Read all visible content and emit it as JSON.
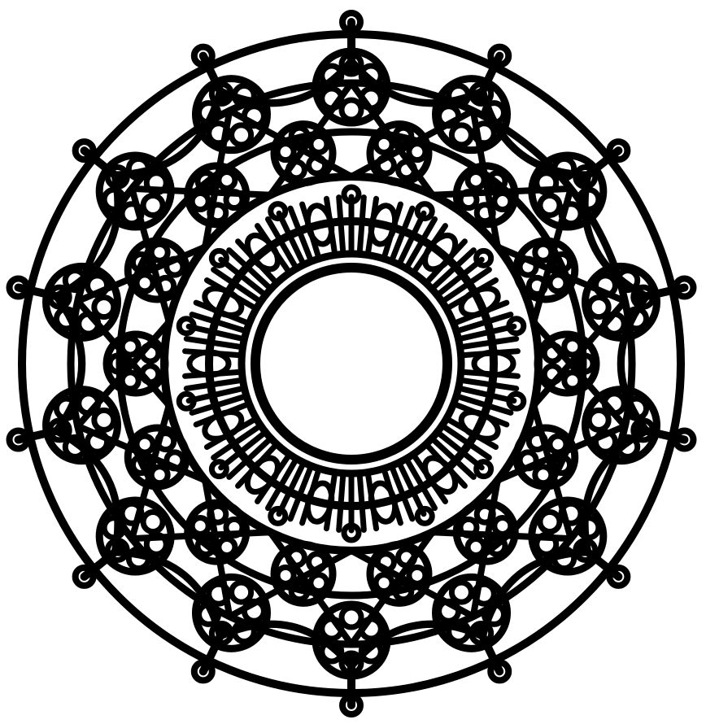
{
  "image": {
    "subject": "lace-doily-mandala",
    "palette": {
      "ink": "#000000",
      "paper": "#ffffff"
    },
    "symmetry_points": 14,
    "rings": [
      "outer-scallop-ring",
      "middle-rosette-ring",
      "inner-petal-ring",
      "center-hole"
    ]
  }
}
